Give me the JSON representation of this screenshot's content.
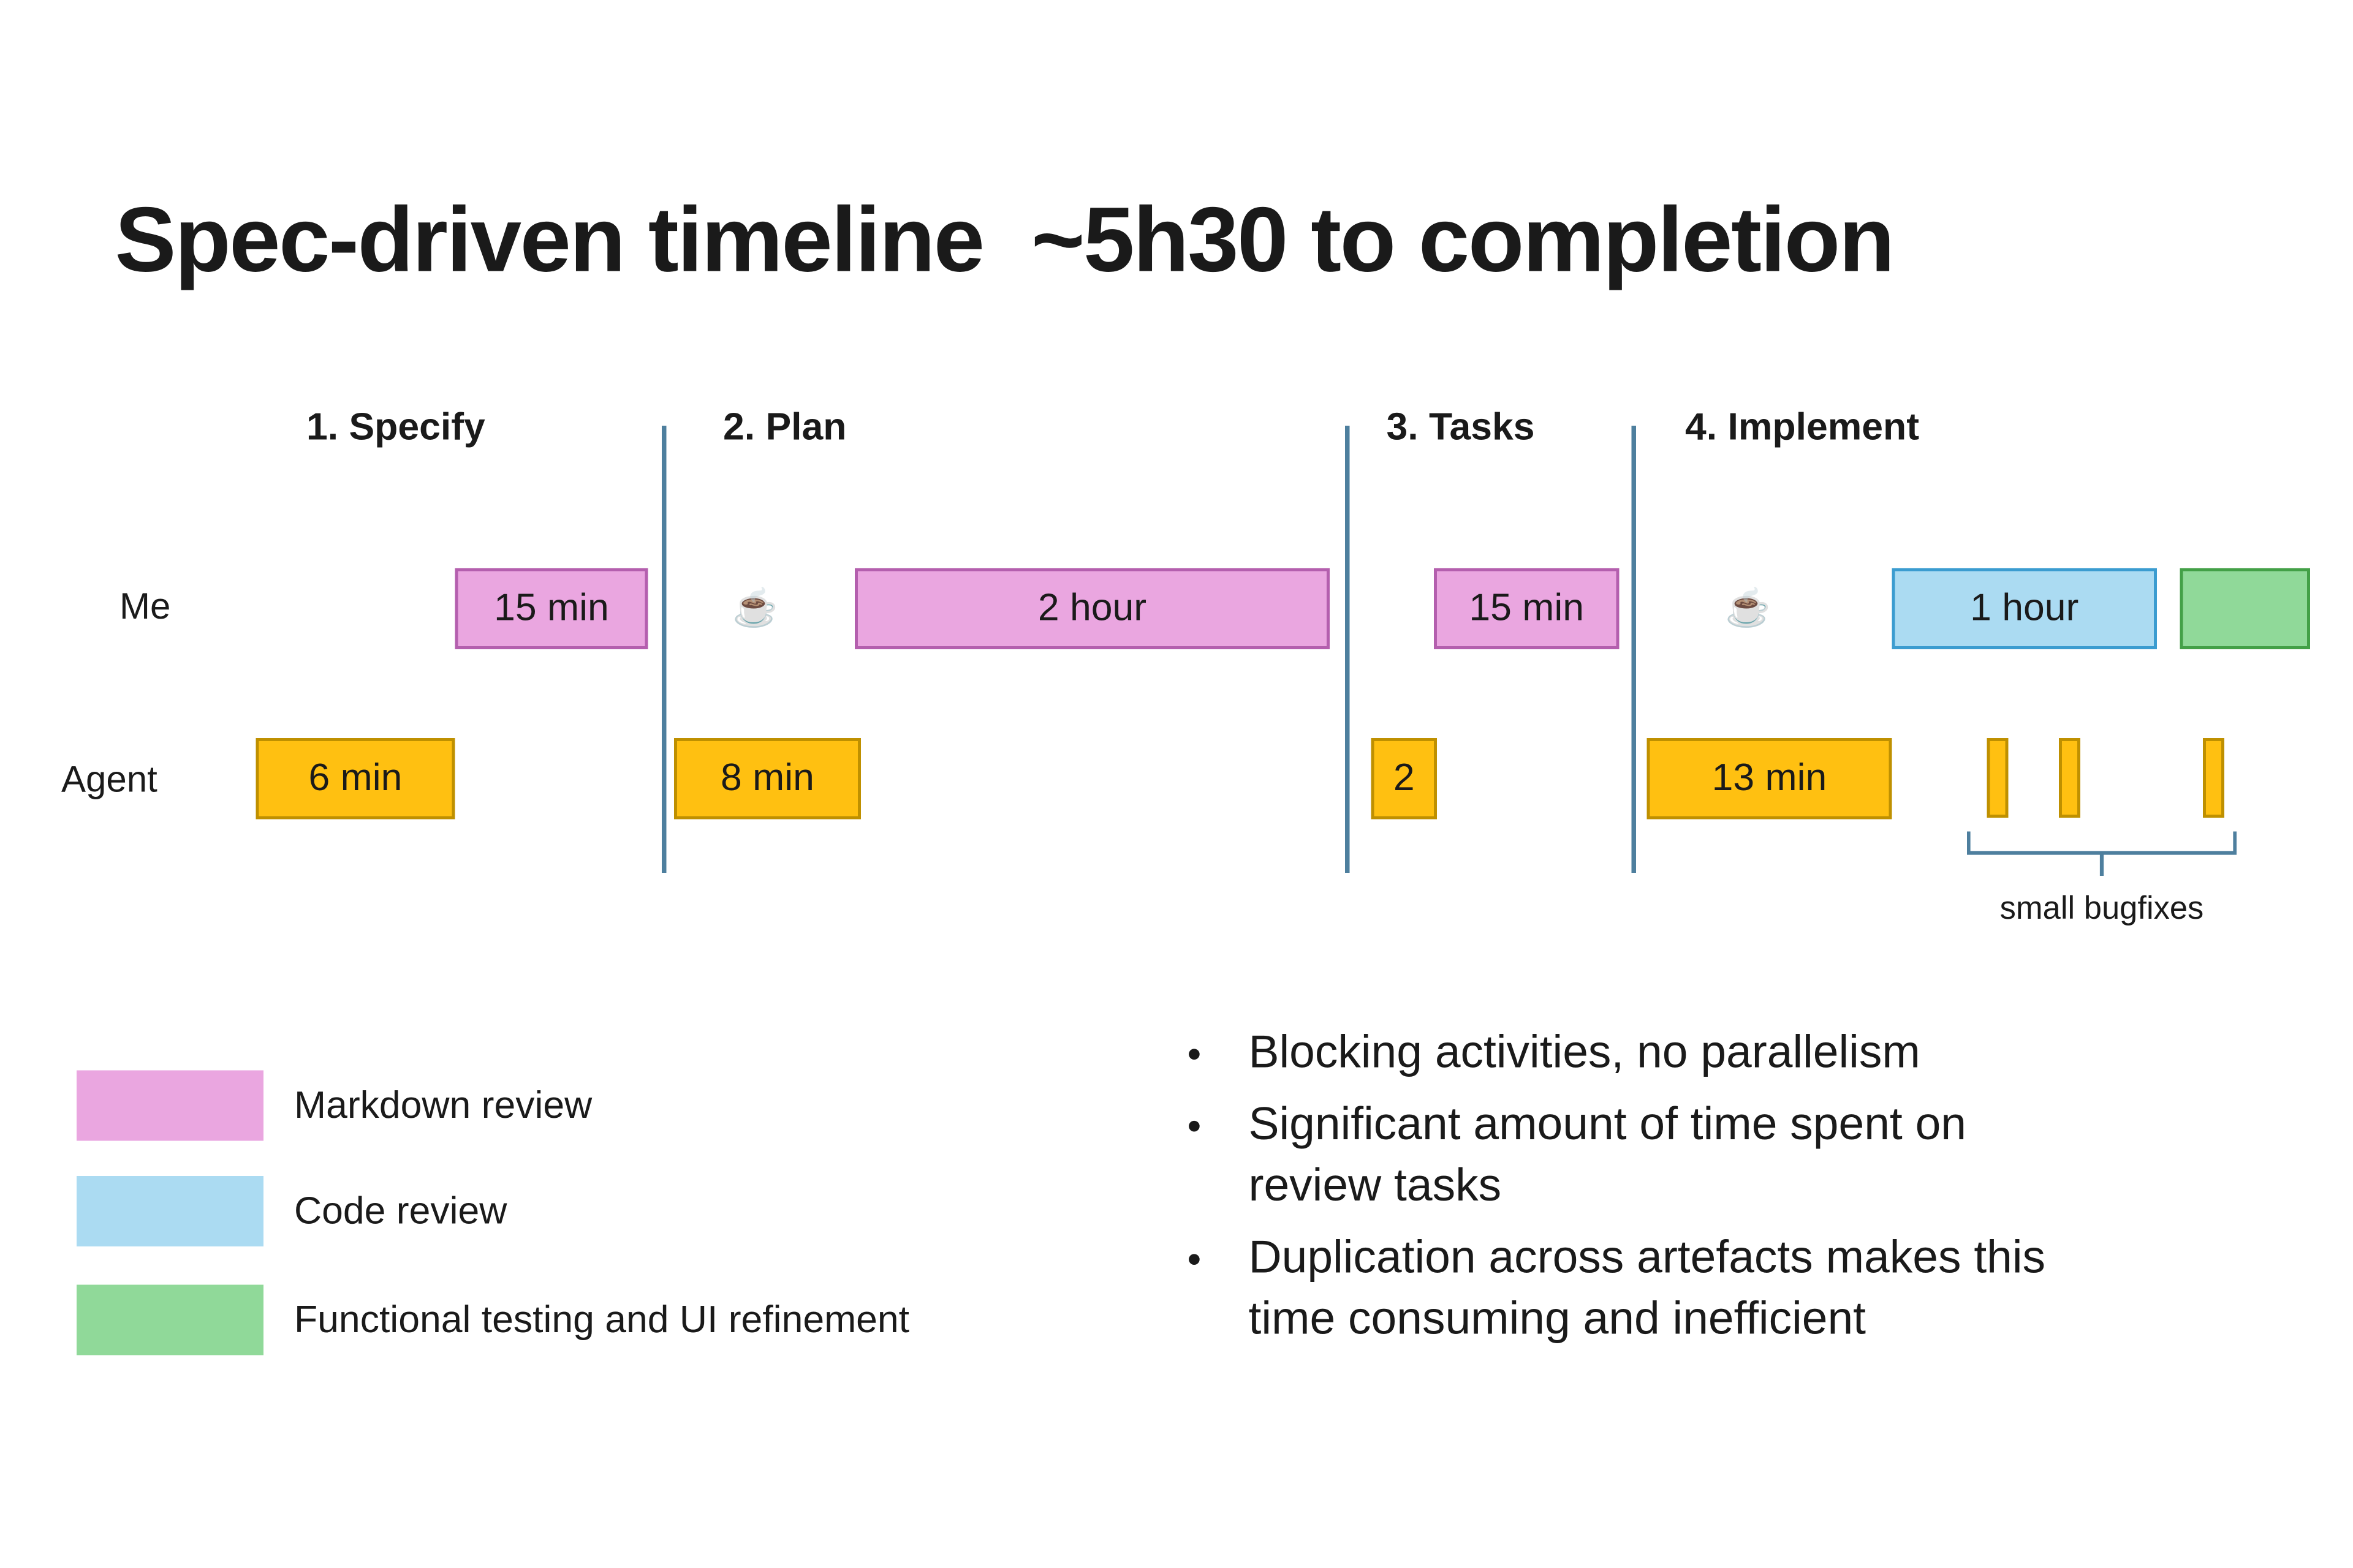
{
  "title": "Spec-driven timeline  ~5h30 to completion",
  "phases": [
    {
      "label": "1. Specify"
    },
    {
      "label": "2. Plan"
    },
    {
      "label": "3. Tasks"
    },
    {
      "label": "4. Implement"
    }
  ],
  "rows": {
    "me": "Me",
    "agent": "Agent"
  },
  "icons": {
    "coffee": "☕"
  },
  "timeline": {
    "me": {
      "specify_block": "15 min",
      "plan_block": "2 hour",
      "tasks_block": "15 min",
      "implement_code_block": "1 hour",
      "implement_functional_block": ""
    },
    "agent": {
      "specify_block": "6 min",
      "plan_block": "8 min",
      "tasks_block": "2",
      "implement_block": "13 min"
    },
    "bugfix_label": "small bugfixes"
  },
  "legend": [
    {
      "label": "Markdown review",
      "color": "#eaa6e0"
    },
    {
      "label": "Code review",
      "color": "#abdbf2"
    },
    {
      "label": "Functional testing and UI refinement",
      "color": "#90d999"
    }
  ],
  "bullets": [
    "Blocking activities, no parallelism",
    "Significant amount of time spent on review tasks",
    "Duplication across artefacts makes this time consuming and inefficient"
  ],
  "colors": {
    "pink_fill": "#eaa6e0",
    "pink_border": "#b45fae",
    "orange_fill": "#ffc011",
    "orange_border": "#bf9000",
    "blue_fill": "#abdbf2",
    "blue_border": "#3b9cd0",
    "green_fill": "#90d999",
    "green_border": "#43a047",
    "line_color": "#4e7f9e",
    "text_color": "#1a1a1a"
  }
}
